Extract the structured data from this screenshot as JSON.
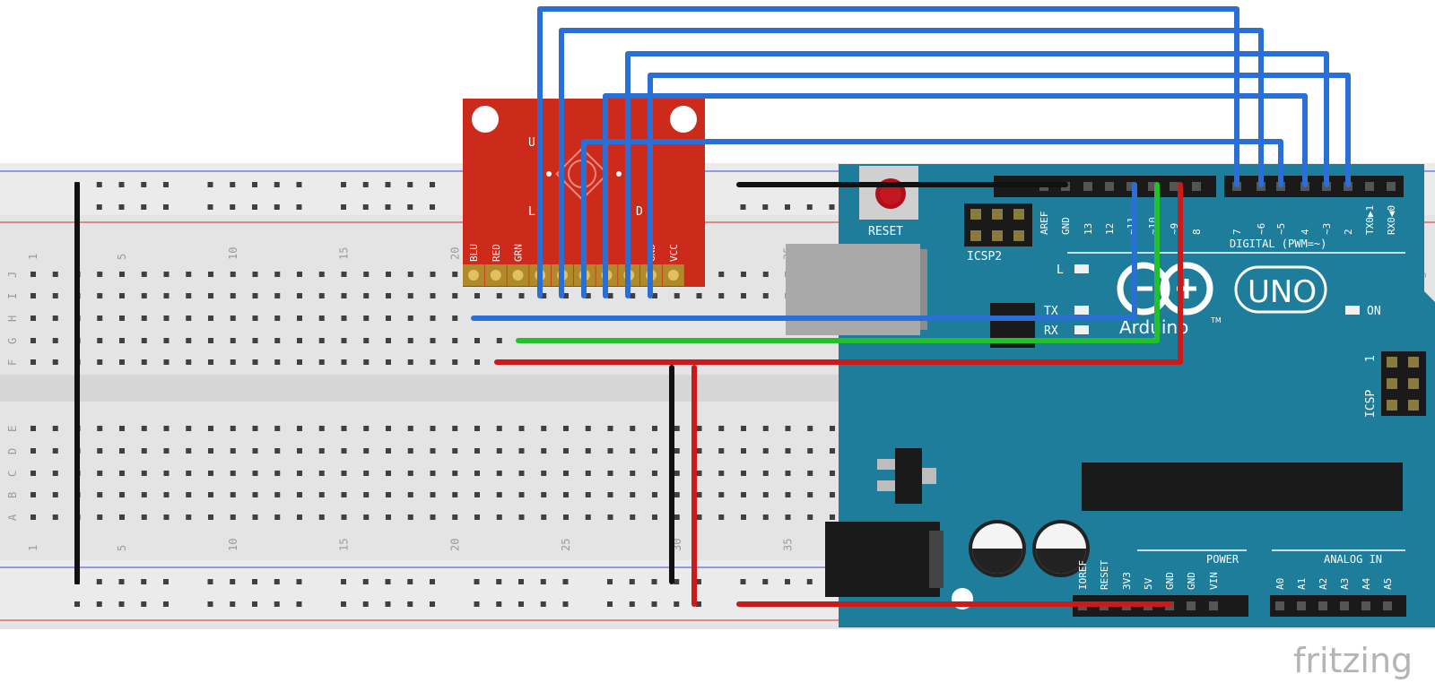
{
  "breadboard": {
    "row_letters_top": [
      "J",
      "I",
      "H",
      "G",
      "F"
    ],
    "row_letters_bottom": [
      "E",
      "D",
      "C",
      "B",
      "A"
    ],
    "column_numbers": [
      "1",
      "5",
      "10",
      "15",
      "20",
      "25",
      "30",
      "35"
    ]
  },
  "rgb_module": {
    "top_letters": [
      "U",
      "L",
      "D"
    ],
    "pin_labels": [
      "BLU",
      "RED",
      "GRN",
      "",
      "",
      "",
      "",
      "",
      "GND",
      "VCC"
    ]
  },
  "arduino": {
    "reset_label": "RESET",
    "icsp2_label": "ICSP2",
    "icsp_label": "ICSP",
    "icsp_pin1": "1",
    "board_name": "UNO",
    "brand": "Arduino",
    "trademark": "TM",
    "led_l": "L",
    "led_tx": "TX",
    "led_rx": "RX",
    "led_on": "ON",
    "digital_label": "DIGITAL (PWM=~)",
    "header_left_pins": [
      "AREF",
      "GND",
      "13",
      "12",
      "~11",
      "~10",
      "~9",
      "8"
    ],
    "header_right_pins": [
      "7",
      "~6",
      "~5",
      "4",
      "~3",
      "2",
      "TX0▶1",
      "RX0◀0"
    ],
    "power_label": "POWER",
    "analog_label": "ANALOG IN",
    "power_pins": [
      "IOREF",
      "RESET",
      "3V3",
      "5V",
      "GND",
      "GND",
      "VIN"
    ],
    "analog_pins": [
      "A0",
      "A1",
      "A2",
      "A3",
      "A4",
      "A5"
    ]
  },
  "watermark": "fritzing",
  "colors": {
    "wire_blue": "#2a6fd6",
    "wire_green": "#22c02a",
    "wire_red": "#cc1a1a",
    "wire_black": "#1a1a1a",
    "board_teal": "#1d7d9a",
    "module_red": "#cc2a1a",
    "breadboard": "#e4e4e4"
  }
}
